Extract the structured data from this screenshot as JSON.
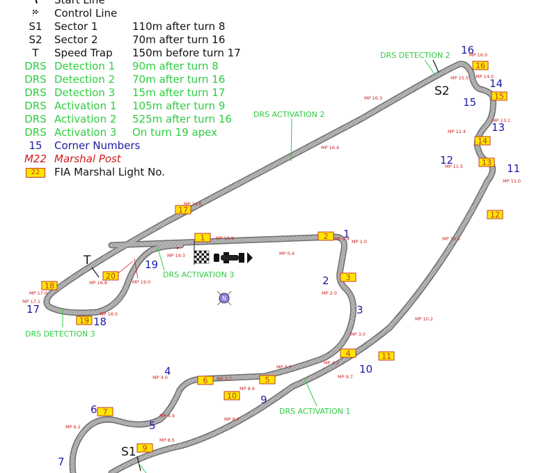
{
  "legend": {
    "rows": [
      {
        "code": "",
        "icon": "start-line-icon",
        "name": "Start Line",
        "value": "",
        "color": "black"
      },
      {
        "code": "",
        "icon": "checkered-flag-icon",
        "name": "Control Line",
        "value": "",
        "color": "black"
      },
      {
        "code": "S1",
        "name": "Sector 1",
        "value": "110m after turn  8",
        "color": "black"
      },
      {
        "code": "S2",
        "name": "Sector 2",
        "value": "70m after turn 16",
        "color": "black"
      },
      {
        "code": "T",
        "name": "Speed Trap",
        "value": "150m before turn 17",
        "color": "black"
      },
      {
        "code": "DRS",
        "name": "Detection 1",
        "value": "90m after turn 8",
        "color": "green"
      },
      {
        "code": "DRS",
        "name": "Detection 2",
        "value": "70m after turn 16",
        "color": "green"
      },
      {
        "code": "DRS",
        "name": "Detection 3",
        "value": "15m after turn 17",
        "color": "green"
      },
      {
        "code": "DRS",
        "name": "Activation 1",
        "value": "105m after turn 9",
        "color": "green"
      },
      {
        "code": "DRS",
        "name": "Activation 2",
        "value": "525m after turn 16",
        "color": "green"
      },
      {
        "code": "DRS",
        "name": "Activation 3",
        "value": "On turn 19 apex",
        "color": "green"
      },
      {
        "code": "15",
        "name": "Corner Numbers",
        "value": "",
        "color": "blue"
      },
      {
        "code": "M22",
        "name": "Marshal Post",
        "value": "",
        "color": "red"
      },
      {
        "code": "22",
        "icon": "marshal-light-box",
        "name": "FIA Marshal Light No.",
        "value": "",
        "color": "black"
      }
    ]
  },
  "colors": {
    "track": "#a8a8a8",
    "track_edge": "#6e6e6e",
    "corner": "#1a1aa6",
    "drs": "#2ecc40",
    "marshal": "#d01c1c",
    "light_fill": "#ffe600",
    "light_border": "#c0392b"
  },
  "map": {
    "sectors": {
      "s1": "S1",
      "s2": "S2",
      "speed_trap": "T"
    },
    "drs_labels": {
      "detection_2": "DRS DETECTION 2",
      "detection_3": "DRS DETECTION 3",
      "activation_1": "DRS ACTIVATION 1",
      "activation_2": "DRS ACTIVATION 2",
      "activation_3": "DRS ACTIVATION 3"
    },
    "corners": [
      "1",
      "2",
      "3",
      "4",
      "5",
      "6",
      "7",
      "9",
      "10",
      "11",
      "12",
      "13",
      "14",
      "15",
      "16",
      "17",
      "18",
      "19"
    ],
    "marshal_posts": [
      "MP 0.4",
      "MP 0.9",
      "MP 1.0",
      "MP 2.0",
      "MP 3.0",
      "MP 3.2",
      "MP 3.5",
      "MP 3.7",
      "MP 4.0",
      "MP 4.9",
      "MP 6.2",
      "MP 8.5",
      "MP 8.7",
      "MP 8.9",
      "MP 9.7",
      "MP 10.2",
      "MP 10.5",
      "MP 11.0",
      "MP 11.5",
      "MP 12.4",
      "MP 13.1",
      "MP 14.0",
      "MP 15.5",
      "MP 16.0",
      "MP 16.3",
      "MP 16.4",
      "MP 16.6",
      "MP 16.8",
      "MP 17.0",
      "MP 17.1",
      "MP 18.0",
      "MP 19.0",
      "MP 19.3",
      "MP 19.9"
    ],
    "lights": [
      "1",
      "2",
      "3",
      "4",
      "5",
      "6",
      "7",
      "9",
      "10",
      "11",
      "12",
      "13",
      "14",
      "15",
      "16",
      "17",
      "18",
      "19",
      "20"
    ],
    "compass": "N"
  }
}
